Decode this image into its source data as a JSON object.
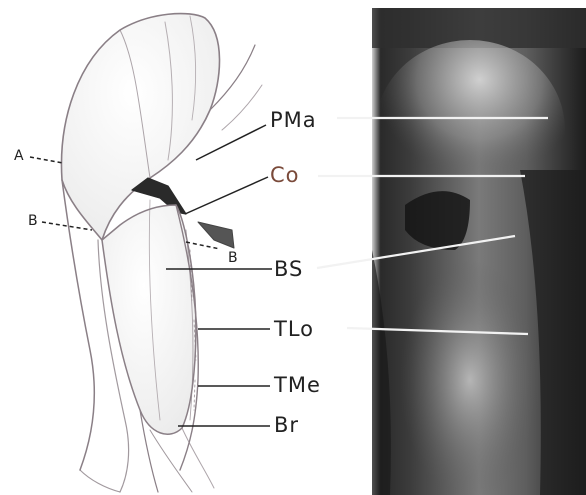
{
  "figure": {
    "labels": {
      "a": "A",
      "b_left": "B",
      "b_right": "B",
      "pma": "PMa",
      "co": "Co",
      "bs": "BS",
      "tlo": "TLo",
      "tme": "TMe",
      "br": "Br"
    },
    "colors": {
      "ink": "#222222",
      "label_co": "#7a4a3a",
      "drawing_line": "#8a7f86",
      "photo_dark": "#1c1c1c",
      "photo_light": "#bdbdbd",
      "background": "#ffffff"
    }
  }
}
